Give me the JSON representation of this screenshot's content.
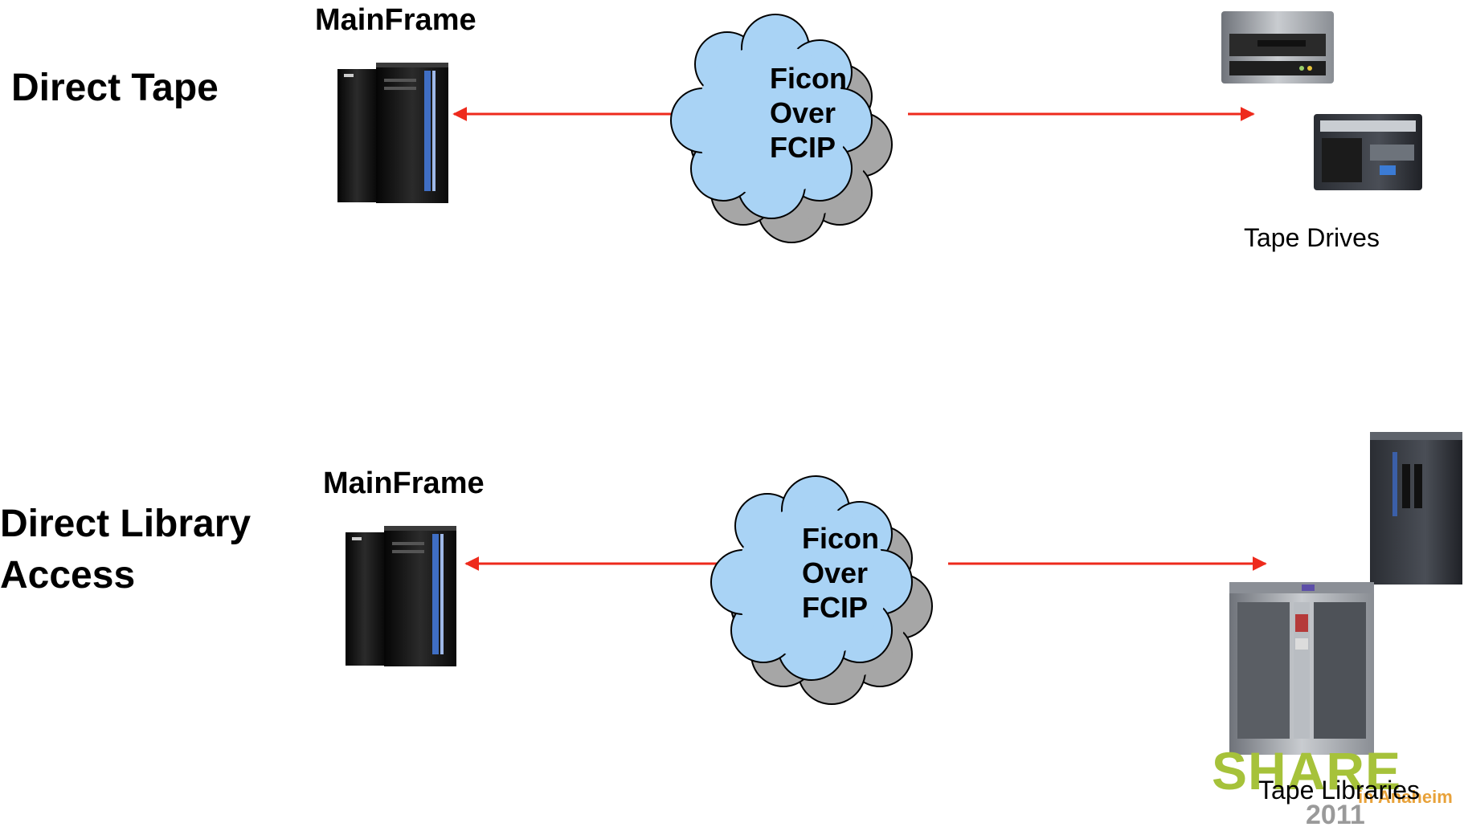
{
  "rows": [
    {
      "label_lines": [
        "Direct Tape"
      ],
      "host_label": "MainFrame",
      "link_label_lines": [
        "Ficon",
        "Over",
        "FCIP"
      ],
      "target_caption": "Tape Drives"
    },
    {
      "label_lines": [
        "Direct Library",
        "Access"
      ],
      "host_label": "MainFrame",
      "link_label_lines": [
        "Ficon",
        "Over",
        "FCIP"
      ],
      "target_caption": "Tape Libraries"
    }
  ],
  "branding": {
    "logo_text": "SHARE",
    "logo_subtext": "in Anaheim",
    "logo_year": "2011"
  },
  "colors": {
    "arrow": "#ee2a1c",
    "cloud_fill": "#a9d3f5",
    "cloud_shadow": "#a6a6a6",
    "cloud_stroke": "#000000"
  }
}
